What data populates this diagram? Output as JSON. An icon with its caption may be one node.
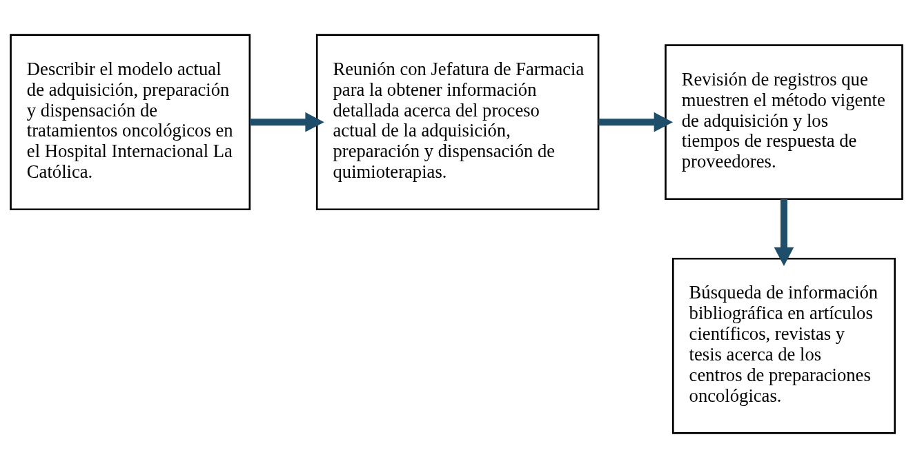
{
  "diagram": {
    "nodes": [
      {
        "text": [
          "Describir el modelo actual de adquisición, preparación y dispensación de tratamientos oncológicos en el Hospital Internacional La Católica."
        ]
      },
      {
        "text": [
          "Reunión con Jefatura de Farmacia para la obtener información detallada acerca del proceso actual de la adquisición, preparación y dispensación de quimioterapias."
        ]
      },
      {
        "text": [
          "Revisión de registros que muestren el método vigente de adquisición y los tiempos de respuesta de proveedores."
        ]
      },
      {
        "text": [
          "Búsqueda de información bibliográfica en artículos científicos, revistas y tesis acerca de los centros de preparaciones oncológicas."
        ]
      }
    ],
    "edges": [
      {
        "from": 0,
        "to": 1,
        "arrow": "to"
      },
      {
        "from": 1,
        "to": 2,
        "arrow": "to"
      },
      {
        "from": 2,
        "to": 3,
        "arrow": "to"
      }
    ]
  }
}
